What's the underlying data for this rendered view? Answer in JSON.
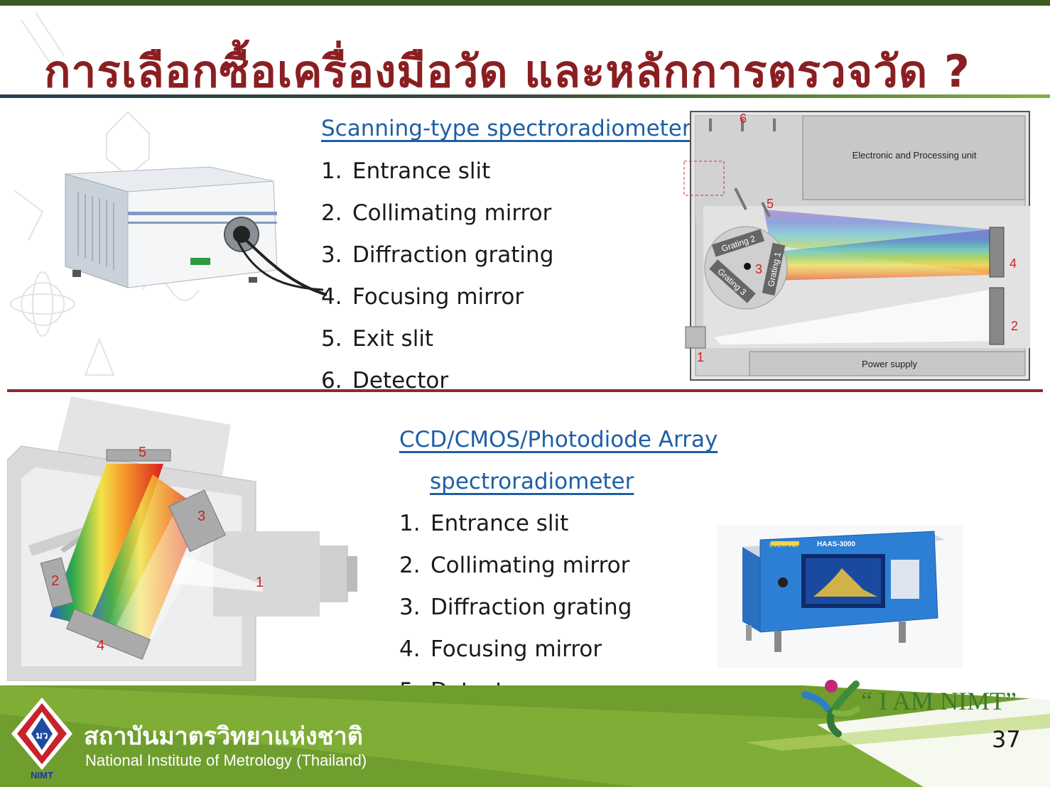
{
  "title": "การเลือกซื้อเครื่องมือวัด และหลักการตรวจวัด ?",
  "scanning": {
    "heading": "Scanning-type spectroradiometer",
    "items": [
      {
        "num": "1.",
        "label": "Entrance slit"
      },
      {
        "num": "2.",
        "label": "Collimating mirror"
      },
      {
        "num": "3.",
        "label": "Diffraction grating"
      },
      {
        "num": "4.",
        "label": "Focusing mirror"
      },
      {
        "num": "5.",
        "label": "Exit slit"
      },
      {
        "num": "6.",
        "label": "Detector"
      }
    ],
    "diagram": {
      "electronic_unit": "Electronic and Processing unit",
      "power_supply": "Power supply",
      "grating_1": "Grating 1",
      "grating_2": "Grating 2",
      "grating_3": "Grating 3",
      "markers": [
        "1",
        "2",
        "3",
        "4",
        "5",
        "6"
      ]
    }
  },
  "array": {
    "heading_line1": "CCD/CMOS/Photodiode Array",
    "heading_line2": "spectroradiometer",
    "items": [
      {
        "num": "1.",
        "label": "Entrance slit"
      },
      {
        "num": "2.",
        "label": "Collimating mirror"
      },
      {
        "num": "3.",
        "label": "Diffraction grating"
      },
      {
        "num": "4.",
        "label": "Focusing mirror"
      },
      {
        "num": "5.",
        "label": "Detector array"
      }
    ],
    "diagram": {
      "markers": [
        "1",
        "2",
        "3",
        "4",
        "5"
      ]
    },
    "device_brand": "EVERFINE",
    "device_model": "HAAS-3000"
  },
  "footer": {
    "org_th": "สถาบันมาตรวิทยาแห่งชาติ",
    "org_en": "National Institute of Metrology (Thailand)",
    "logo_th": "มว",
    "logo_en": "NIMT",
    "slogan": "“ I AM NIMT”",
    "page": "37"
  },
  "colors": {
    "title": "#8a1f22",
    "heading": "#1e5fa6",
    "marker": "#d32020",
    "rule": "#8e2a2e",
    "footer_green": "#6f9e2e"
  }
}
